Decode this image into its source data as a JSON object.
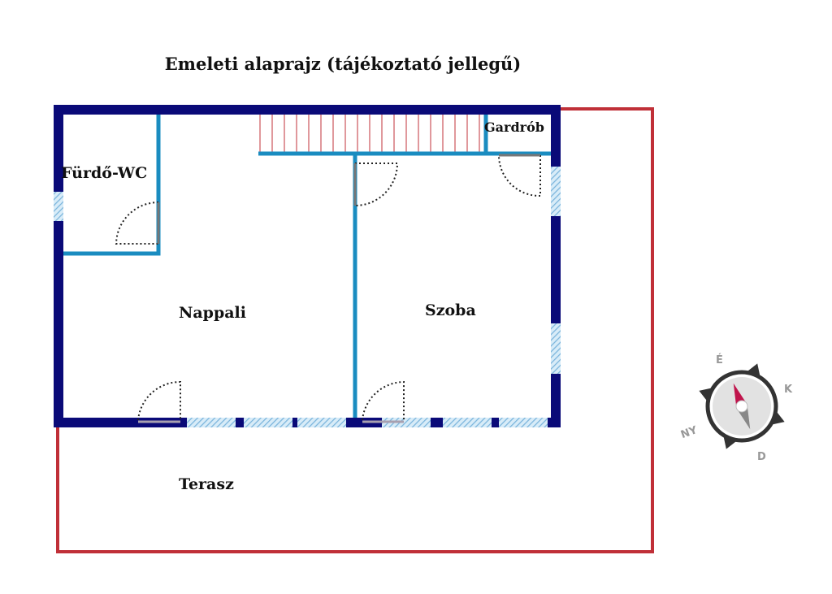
{
  "title": "Emeleti alaprajz (tájékoztató jellegű)",
  "rooms": {
    "bathroom": "Fürdő-WC",
    "wardrobe": "Gardrób",
    "living": "Nappali",
    "room": "Szoba",
    "terrace": "Terasz"
  },
  "compass": {
    "north": "É",
    "east": "K",
    "south": "D",
    "west": "NY"
  },
  "colors": {
    "outer_wall": "#0a0a78",
    "inner_wall": "#1a8cc0",
    "terrace": "#c03038",
    "window": "#9cc8e8",
    "needle": "#c0144c"
  }
}
